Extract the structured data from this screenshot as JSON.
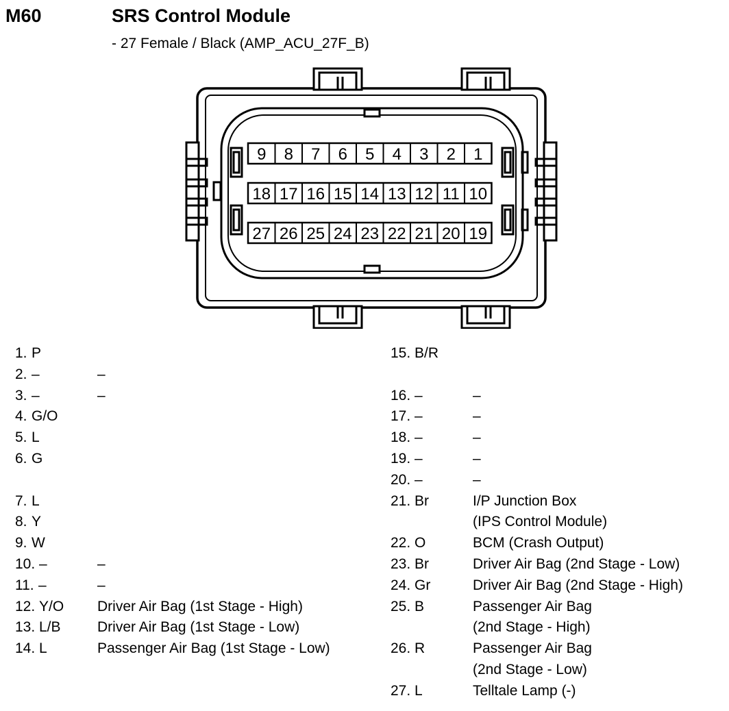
{
  "header": {
    "code": "M60",
    "title": "SRS Control Module",
    "subtitle": "- 27 Female / Black (AMP_ACU_27F_B)"
  },
  "connector": {
    "rows": [
      [
        "9",
        "8",
        "7",
        "6",
        "5",
        "4",
        "3",
        "2",
        "1"
      ],
      [
        "18",
        "17",
        "16",
        "15",
        "14",
        "13",
        "12",
        "11",
        "10"
      ],
      [
        "27",
        "26",
        "25",
        "24",
        "23",
        "22",
        "21",
        "20",
        "19"
      ]
    ]
  },
  "pins_left": [
    {
      "number": "1.",
      "color": "P",
      "desc": []
    },
    {
      "number": "2.",
      "color": "–",
      "desc": [
        "–"
      ]
    },
    {
      "number": "3.",
      "color": "–",
      "desc": [
        "–"
      ]
    },
    {
      "number": "4.",
      "color": "G/O",
      "desc": []
    },
    {
      "number": "5.",
      "color": "L",
      "desc": []
    },
    {
      "number": "6.",
      "color": "G",
      "desc": []
    },
    {
      "number": "7.",
      "color": "L",
      "desc": []
    },
    {
      "number": "8.",
      "color": "Y",
      "desc": []
    },
    {
      "number": "9.",
      "color": "W",
      "desc": []
    },
    {
      "number": "10.",
      "color": "–",
      "desc": [
        "–"
      ]
    },
    {
      "number": "11.",
      "color": "–",
      "desc": [
        "–"
      ]
    },
    {
      "number": "12.",
      "color": "Y/O",
      "desc": [
        "Driver Air Bag (1st Stage - High)"
      ]
    },
    {
      "number": "13.",
      "color": "L/B",
      "desc": [
        "Driver Air Bag (1st Stage - Low)"
      ]
    },
    {
      "number": "14.",
      "color": "L",
      "desc": [
        "Passenger Air Bag (1st Stage - Low)"
      ]
    }
  ],
  "pins_right": [
    {
      "number": "15.",
      "color": "B/R",
      "desc": []
    },
    {
      "number": "16.",
      "color": "–",
      "desc": [
        "–"
      ]
    },
    {
      "number": "17.",
      "color": "–",
      "desc": [
        "–"
      ]
    },
    {
      "number": "18.",
      "color": "–",
      "desc": [
        "–"
      ]
    },
    {
      "number": "19.",
      "color": "–",
      "desc": [
        "–"
      ]
    },
    {
      "number": "20.",
      "color": "–",
      "desc": [
        "–"
      ]
    },
    {
      "number": "21.",
      "color": "Br",
      "desc": [
        "I/P Junction Box",
        "(IPS Control Module)"
      ]
    },
    {
      "number": "22.",
      "color": "O",
      "desc": [
        "BCM (Crash Output)"
      ]
    },
    {
      "number": "23.",
      "color": "Br",
      "desc": [
        "Driver Air Bag (2nd Stage - Low)"
      ]
    },
    {
      "number": "24.",
      "color": "Gr",
      "desc": [
        "Driver Air Bag (2nd Stage - High)"
      ]
    },
    {
      "number": "25.",
      "color": "B",
      "desc": [
        "Passenger Air Bag",
        "(2nd Stage - High)"
      ]
    },
    {
      "number": "26.",
      "color": "R",
      "desc": [
        "Passenger Air Bag",
        "(2nd Stage - Low)"
      ]
    },
    {
      "number": "27.",
      "color": "L",
      "desc": [
        "Telltale Lamp (-)"
      ]
    }
  ]
}
